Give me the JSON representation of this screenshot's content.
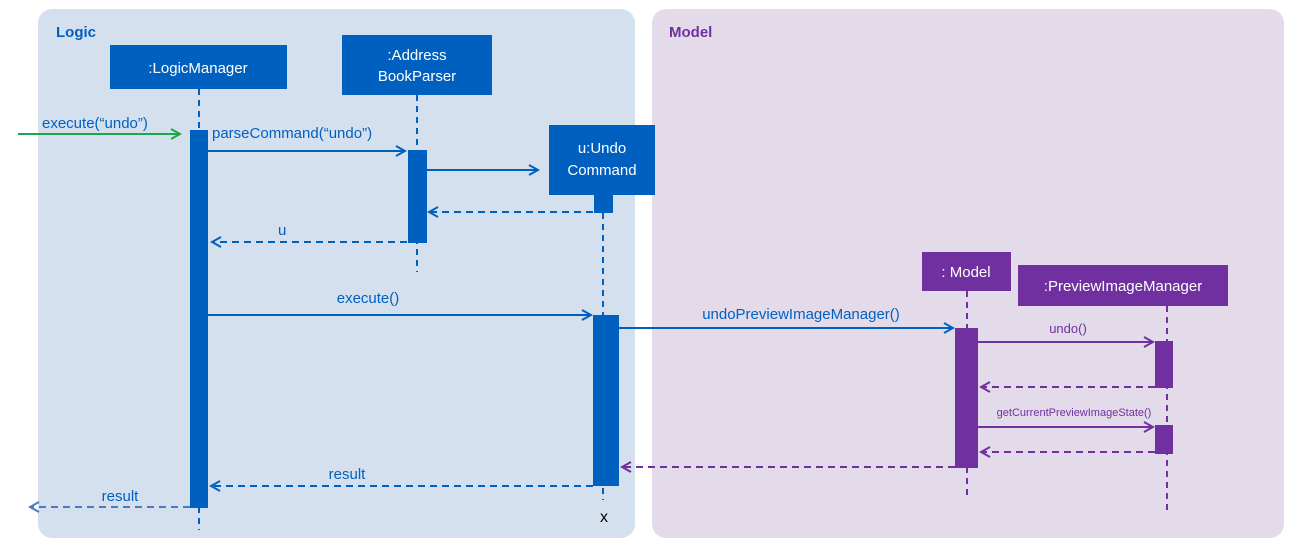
{
  "frames": {
    "logic": {
      "title": "Logic"
    },
    "model": {
      "title": "Model"
    }
  },
  "participants": {
    "logic_manager": ":LogicManager",
    "parser_line1": ":Address",
    "parser_line2": "BookParser",
    "undo_line1": "u:Undo",
    "undo_line2": "Command",
    "model": ": Model",
    "preview_manager": ":PreviewImageManager"
  },
  "messages": {
    "execute_undo": "execute(“undo”)",
    "parse_command": "parseCommand(“undo”)",
    "return_u": "u",
    "execute": "execute()",
    "undo_preview": "undoPreviewImageManager()",
    "undo": "undo()",
    "get_state": "getCurrentPreviewImageState()",
    "result_inner": "result",
    "result_outer": "result",
    "destroy": "x"
  },
  "colors": {
    "logic_frame": "#d5e0ee",
    "model_frame": "#e3dbea",
    "logic_blue": "#0060c0",
    "model_purple": "#7030a0",
    "entry_green": "#1aa84a",
    "outer_return": "#4a7bbf"
  }
}
